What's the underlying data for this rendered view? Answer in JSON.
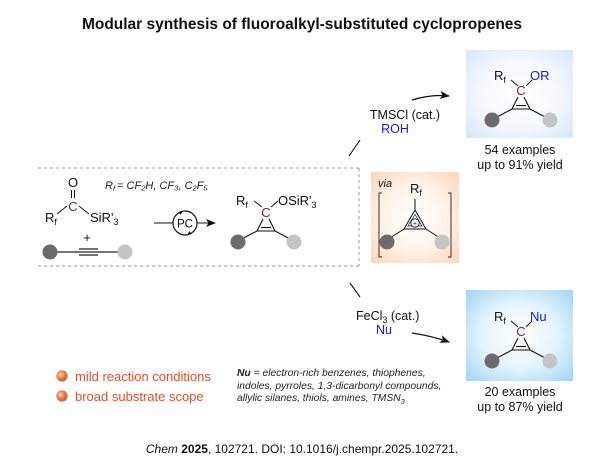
{
  "title": "Modular synthesis of fluoroalkyl-substituted cyclopropenes",
  "starting_materials": {
    "rf_definition_label": "R",
    "rf_definition_sub": "f",
    "rf_definition_values": "= CF₂H, CF₃, C₂F₅",
    "acylsilane": {
      "oxygen": "O",
      "carbon": "C",
      "rf": "R",
      "rf_sub": "f",
      "silyl": "SiR'",
      "silyl_sub": "3"
    },
    "plus": "+",
    "alkyne_label": "alkyne"
  },
  "catalyst": {
    "label": "PC"
  },
  "silyl_product": {
    "rf": "R",
    "rf_sub": "f",
    "carbon": "C",
    "group": "OSiR'",
    "group_sub": "3"
  },
  "intermediate": {
    "via_label": "via",
    "rf": "R",
    "rf_sub": "f",
    "charge": "+"
  },
  "top_pathway": {
    "reagent_line1": "TMSCl (cat.)",
    "reagent_line2": "ROH",
    "product": {
      "rf": "R",
      "rf_sub": "f",
      "carbon": "C",
      "group": "OR"
    },
    "examples": "54 examples",
    "yield": "up to 91% yield"
  },
  "bottom_pathway": {
    "reagent_prefix": "FeCl",
    "reagent_sub": "3",
    "reagent_suffix": " (cat.)",
    "reagent_line2": "Nu",
    "product": {
      "rf": "R",
      "rf_sub": "f",
      "carbon": "C",
      "group": "Nu"
    },
    "examples": "20 examples",
    "yield": "up to 87% yield"
  },
  "features": [
    "mild reaction conditions",
    "broad substrate scope"
  ],
  "nu_note": {
    "label": "Nu",
    "equals": " = ",
    "line1": "electron-rich benzenes, thiophenes,",
    "line2": "indoles, pyrroles, 1,3-dicarbonyl compounds,",
    "line3_prefix": "allylic silanes, thiols, amines,  TMSN",
    "line3_sub": "3"
  },
  "citation": {
    "journal": "Chem",
    "year": "2025",
    "rest": ", 102721. DOI: 10.1016/j.chempr.2025.102721."
  },
  "colors": {
    "carbon": "#8b1a3a",
    "blue_reagent": "#1a1adc",
    "orange_text": "#e0502a",
    "dark_ball": "#6b6b6b",
    "light_ball": "#c4c4c4",
    "top_panel": "#e4eefc",
    "bottom_panel": "#bfe3fb",
    "intermediate_panel": "#fde3cc"
  }
}
